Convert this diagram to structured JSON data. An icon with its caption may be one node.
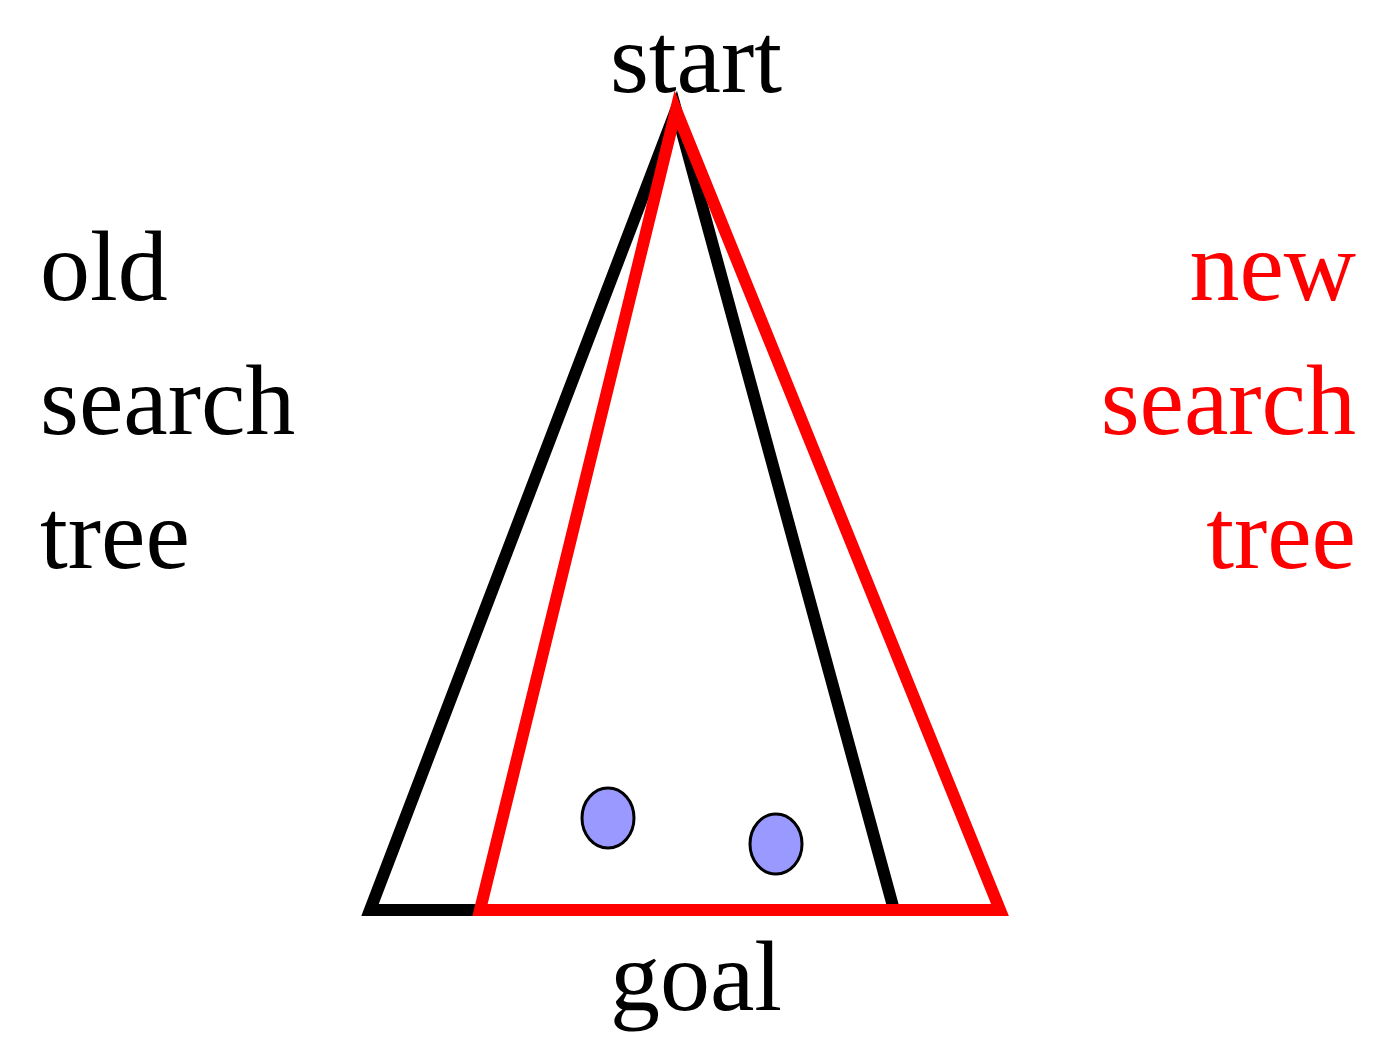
{
  "diagram": {
    "nodes": [
      {
        "text": [
          "old search tree"
        ]
      },
      {
        "text": [
          "new search tree"
        ]
      },
      {
        "text": [],
        "shape": "circle"
      },
      {
        "text": [],
        "shape": "circle"
      }
    ],
    "labels": [
      "start",
      "goal"
    ]
  }
}
